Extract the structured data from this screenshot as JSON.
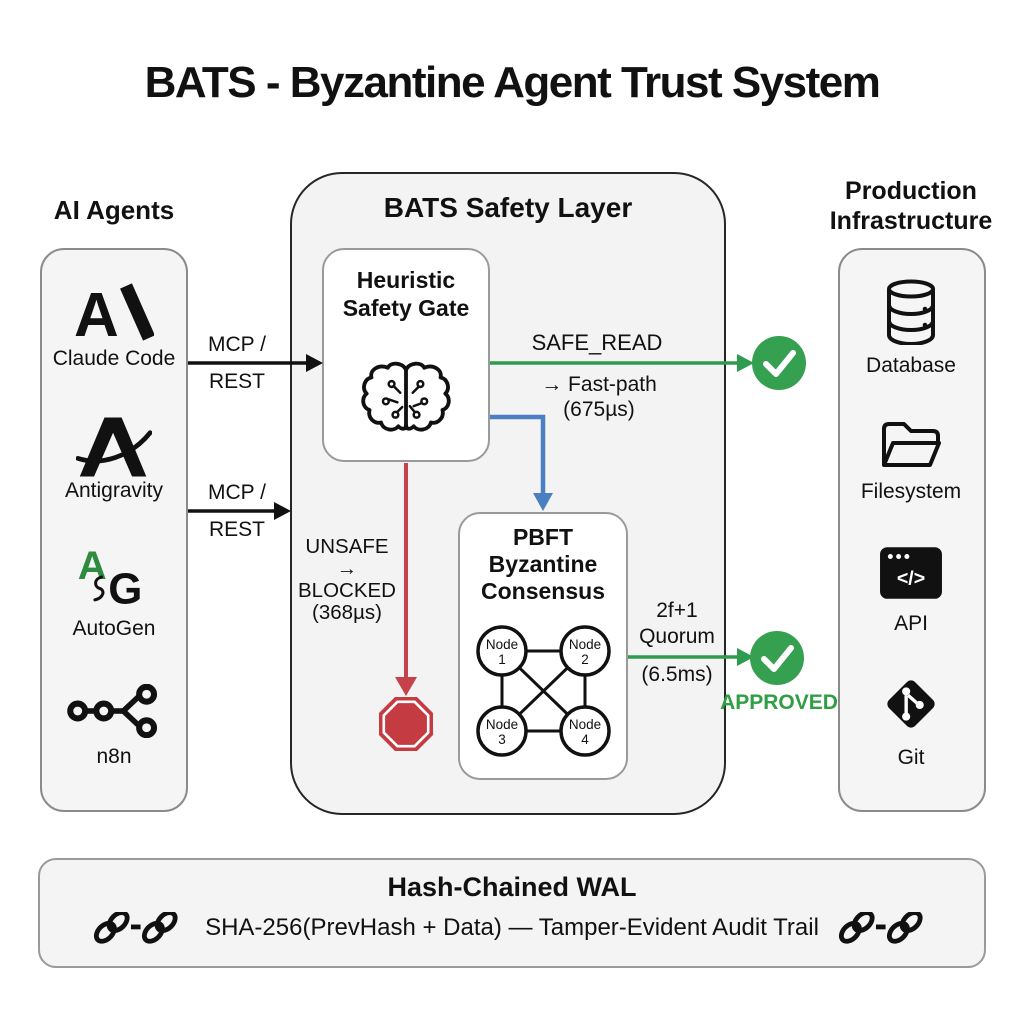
{
  "title": "BATS - Byzantine Agent Trust System",
  "agents_panel": {
    "heading": "AI Agents",
    "items": [
      {
        "label": "Claude Code",
        "icon": "anthropic-ai",
        "icon_letter": "A"
      },
      {
        "label": "Antigravity",
        "icon": "antigravity"
      },
      {
        "label": "AutoGen",
        "icon": "autogen",
        "icon_letter_a": "A",
        "icon_letter_g": "G"
      },
      {
        "label": "n8n",
        "icon": "n8n"
      }
    ]
  },
  "connections": {
    "mcp_top": {
      "line1": "MCP /",
      "line2": "REST"
    },
    "mcp_bottom": {
      "line1": "MCP /",
      "line2": "REST"
    },
    "safe_read": {
      "label": "SAFE_READ",
      "detail_line1": "→ Fast-path",
      "detail_line2": "(675µs)"
    },
    "unsafe": {
      "line1": "UNSAFE",
      "line2": "→",
      "line3": "BLOCKED",
      "line4": "(368µs)"
    },
    "quorum": {
      "line1": "2f+1",
      "line2": "Quorum",
      "latency": "(6.5ms)",
      "status": "APPROVED"
    }
  },
  "safety_layer": {
    "title": "BATS Safety Layer",
    "heuristic_gate": {
      "title_line1": "Heuristic",
      "title_line2": "Safety Gate"
    },
    "pbft": {
      "title_line1": "PBFT",
      "title_line2": "Byzantine",
      "title_line3": "Consensus",
      "nodes": [
        {
          "word": "Node",
          "num": "1"
        },
        {
          "word": "Node",
          "num": "2"
        },
        {
          "word": "Node",
          "num": "3"
        },
        {
          "word": "Node",
          "num": "4"
        }
      ]
    }
  },
  "infrastructure_panel": {
    "heading_line1": "Production",
    "heading_line2": "Infrastructure",
    "items": [
      {
        "label": "Database",
        "icon": "database"
      },
      {
        "label": "Filesystem",
        "icon": "filesystem"
      },
      {
        "label": "API",
        "icon": "api",
        "icon_text": "</>"
      },
      {
        "label": "Git",
        "icon": "git"
      }
    ]
  },
  "footer": {
    "title": "Hash-Chained WAL",
    "subtitle": "SHA-256(PrevHash + Data) — Tamper-Evident Audit Trail"
  },
  "colors": {
    "green": "#2e9b4f",
    "blue": "#4a80c2",
    "red": "#c6414a",
    "approved_green": "#2f9e44"
  }
}
